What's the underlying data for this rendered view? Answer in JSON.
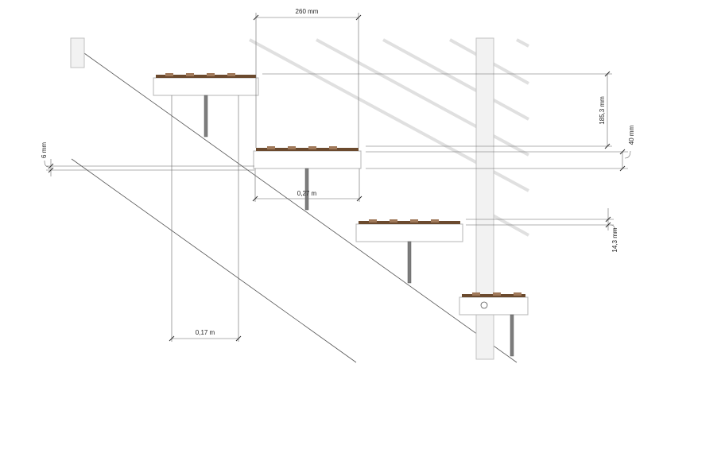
{
  "dimensions": {
    "tread_depth": "260 mm",
    "rise": "185,3 mm",
    "tread_thickness": "40 mm",
    "gap": "6 mm",
    "offset": "14,3 mm",
    "step_spacing": "0,27 m",
    "support_spacing": "0,17 m"
  },
  "colors": {
    "wood": "#6b4a2e",
    "line": "#555555",
    "ghost": "#e0e0e0"
  }
}
